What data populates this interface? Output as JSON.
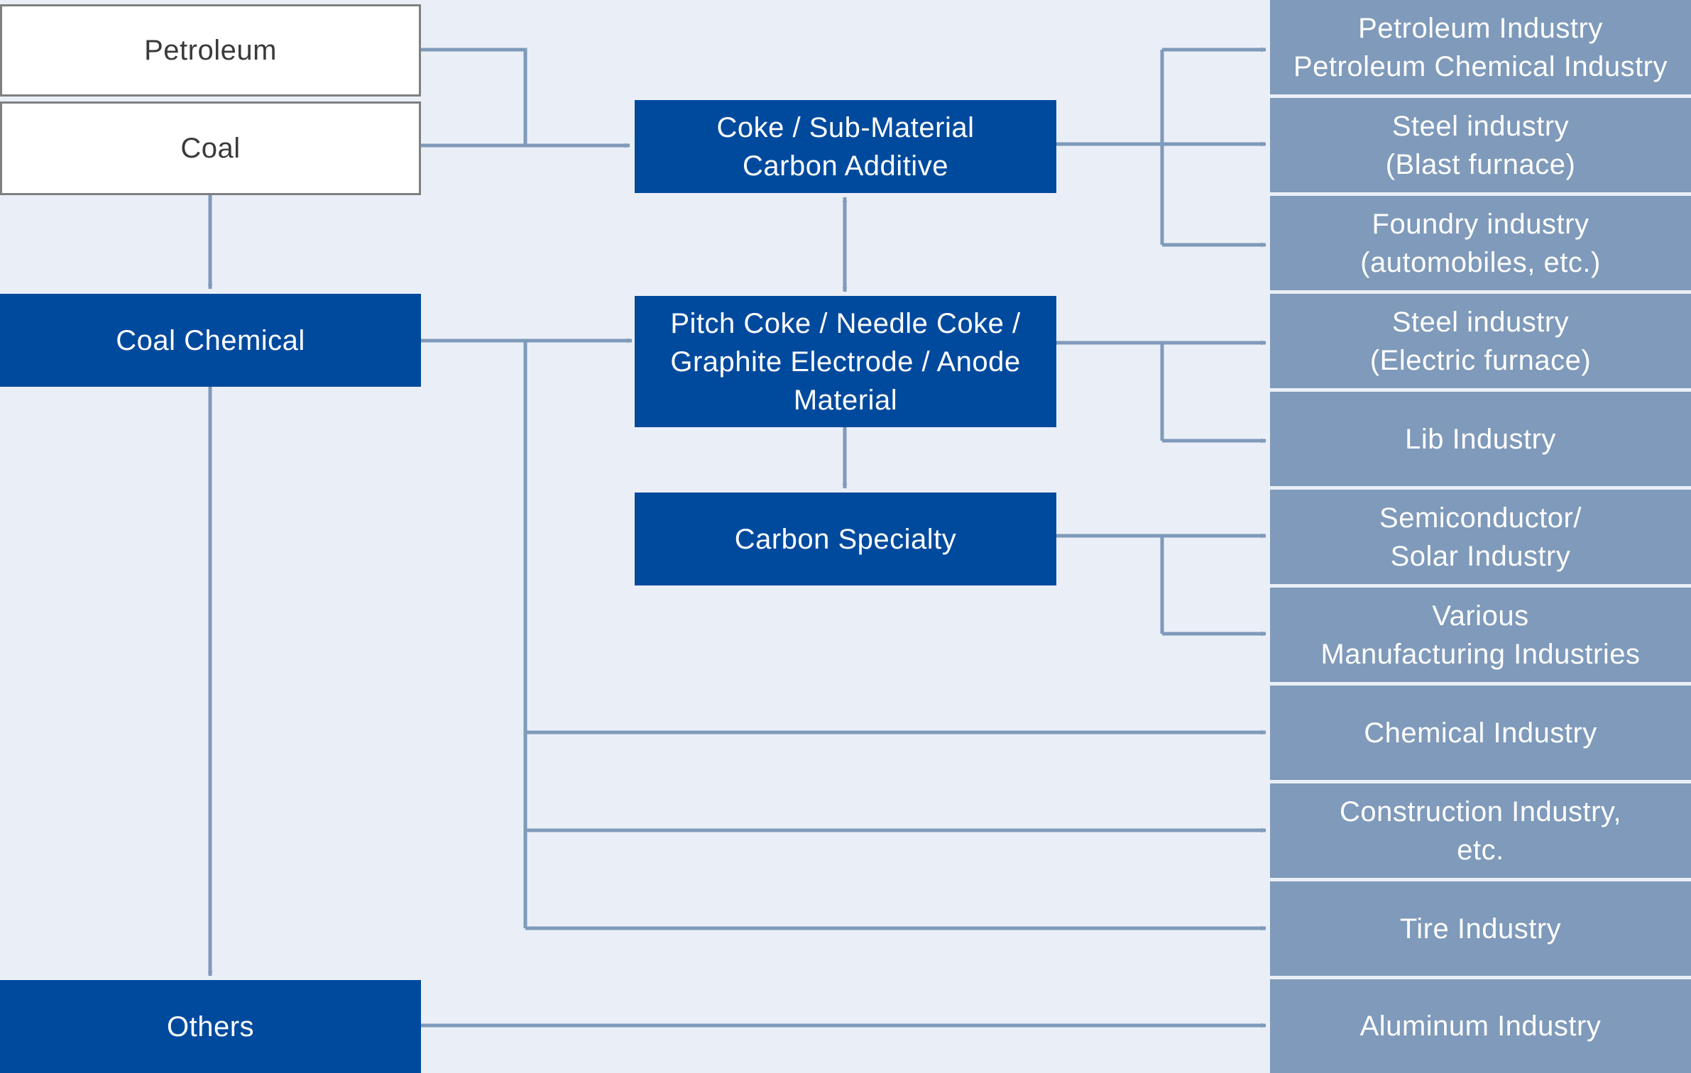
{
  "colors": {
    "background": "#eaeff7",
    "raw_fill": "#ffffff",
    "raw_border": "#7f7f7f",
    "product_fill": "#004a9e",
    "industry_fill": "#7f9aba",
    "connector": "#7f9aba"
  },
  "raw_materials": {
    "petroleum": "Petroleum",
    "coal": "Coal"
  },
  "sources": {
    "coal_chemical": "Coal Chemical",
    "others": "Others"
  },
  "products": {
    "coke": "Coke / Sub-Material\nCarbon Additive",
    "pitch": "Pitch Coke / Needle Coke /\nGraphite Electrode / Anode\nMaterial",
    "specialty": "Carbon Specialty"
  },
  "industries": [
    "Petroleum Industry\nPetroleum Chemical Industry",
    "Steel industry\n(Blast furnace)",
    "Foundry industry\n(automobiles, etc.)",
    "Steel industry\n(Electric furnace)",
    "Lib Industry",
    "Semiconductor/\nSolar Industry",
    "Various\nManufacturing Industries",
    "Chemical Industry",
    "Construction Industry,\netc.",
    "Tire Industry",
    "Aluminum Industry"
  ]
}
